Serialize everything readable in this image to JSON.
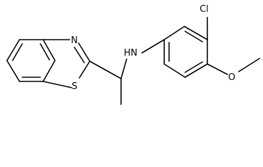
{
  "molecule": {
    "labels": {
      "nitrogen_ring": "N",
      "sulfur": "S",
      "amine": "HN",
      "chlorine": "Cl",
      "oxygen": "O"
    },
    "colors": {
      "bond": "#000000",
      "label": "#000000",
      "background": "#ffffff"
    }
  }
}
